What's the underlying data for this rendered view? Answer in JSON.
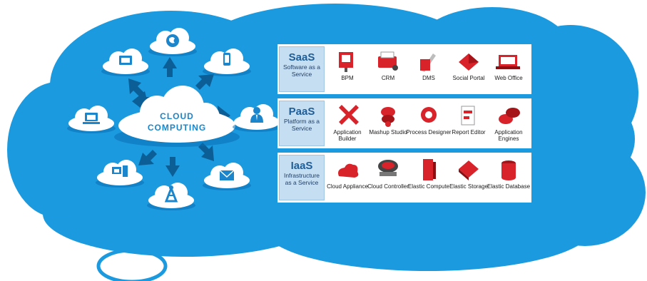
{
  "center": {
    "line1": "CLOUD",
    "line2": "COMPUTING"
  },
  "devices": [
    "monitor-icon",
    "globe-icon",
    "phone-icon",
    "laptop-icon",
    "businessman-icon",
    "server-icon",
    "antenna-icon",
    "mail-icon"
  ],
  "colors": {
    "cloud": "#1b9ae0",
    "arrow": "#0b5e96",
    "label_bg": "#c6def2",
    "icon_red": "#d8232a"
  },
  "services": [
    {
      "title": "SaaS",
      "subtitle": "Software as a Service",
      "items": [
        {
          "label": "BPM",
          "icon": "bpm-icon"
        },
        {
          "label": "CRM",
          "icon": "crm-icon"
        },
        {
          "label": "DMS",
          "icon": "dms-icon"
        },
        {
          "label": "Social Portal",
          "icon": "social-portal-icon"
        },
        {
          "label": "Web Office",
          "icon": "web-office-icon"
        }
      ]
    },
    {
      "title": "PaaS",
      "subtitle": "Platform as a Service",
      "items": [
        {
          "label": "Application Builder",
          "icon": "application-builder-icon"
        },
        {
          "label": "Mashup Studio",
          "icon": "mashup-studio-icon"
        },
        {
          "label": "Process Designer",
          "icon": "process-designer-icon"
        },
        {
          "label": "Report Editor",
          "icon": "report-editor-icon"
        },
        {
          "label": "Application Engines",
          "icon": "application-engines-icon"
        }
      ]
    },
    {
      "title": "IaaS",
      "subtitle": "Infrastructure as a Service",
      "items": [
        {
          "label": "Cloud Appliance",
          "icon": "cloud-appliance-icon"
        },
        {
          "label": "Cloud Controller",
          "icon": "cloud-controller-icon"
        },
        {
          "label": "Elastic Compute",
          "icon": "elastic-compute-icon"
        },
        {
          "label": "Elastic Storage",
          "icon": "elastic-storage-icon"
        },
        {
          "label": "Elastic Database",
          "icon": "elastic-database-icon"
        }
      ]
    }
  ]
}
